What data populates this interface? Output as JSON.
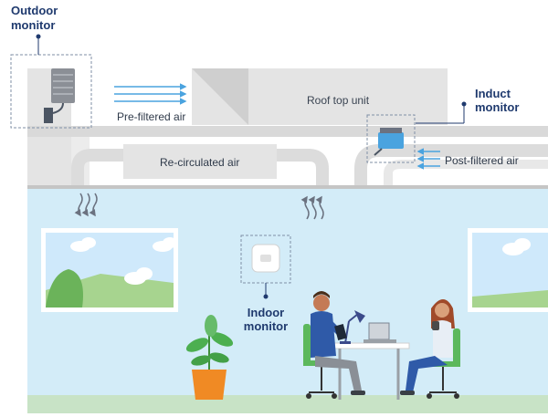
{
  "labels": {
    "outdoor_monitor": [
      "Outdoor",
      "monitor"
    ],
    "induct_monitor": [
      "Induct",
      "monitor"
    ],
    "indoor_monitor": [
      "Indoor",
      "monitor"
    ],
    "roof_top_unit": "Roof top unit",
    "pre_filtered_air": "Pre-filtered air",
    "re_circulated_air": "Re-circulated air",
    "post_filtered_air": "Post-filtered air"
  },
  "colors": {
    "callout_text": "#1f3a6e",
    "duct": "#e4e4e4",
    "duct_dark": "#cfcfcf",
    "room_wall": "#d3ecf8",
    "room_floor": "#c8e3c6",
    "arrow": "#4aa3df",
    "dashed_box": "#7f8fa6"
  },
  "icons": [
    "monitor-device-icon",
    "plant-icon",
    "person-man-icon",
    "person-woman-icon",
    "desk-lamp-icon",
    "laptop-icon",
    "cloud-icon"
  ]
}
